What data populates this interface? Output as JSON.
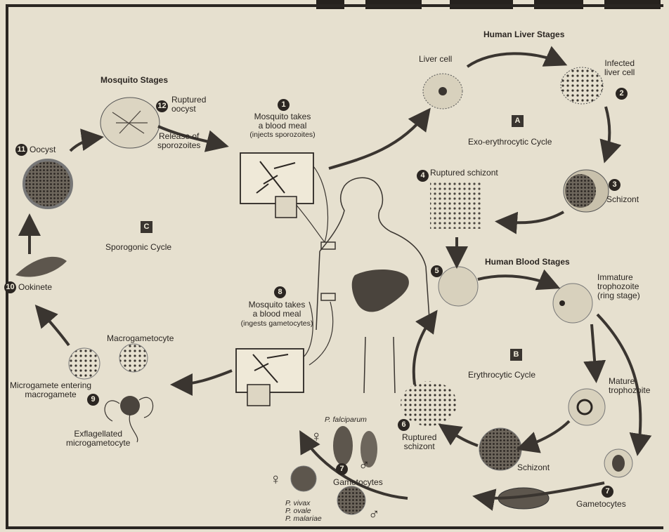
{
  "header_text": "",
  "stages": {
    "liver": "Human Liver Stages",
    "mosquito": "Mosquito Stages",
    "blood": "Human Blood Stages"
  },
  "cycles": {
    "A": {
      "badge": "A",
      "label": "Exo-erythrocytic Cycle"
    },
    "B": {
      "badge": "B",
      "label": "Erythrocytic Cycle"
    },
    "C": {
      "badge": "C",
      "label": "Sporogonic Cycle"
    }
  },
  "steps": {
    "s1": {
      "num": "1",
      "label": "Mosquito takes\na blood meal",
      "sub": "(injects sporozoites)"
    },
    "s2": {
      "num": "2",
      "label": "Infected\nliver cell"
    },
    "s3": {
      "num": "3",
      "label": "Schizont"
    },
    "s4": {
      "num": "4",
      "label": "Ruptured schizont"
    },
    "s5": {
      "num": "5"
    },
    "s6": {
      "num": "6",
      "label": "Ruptured\nschizont"
    },
    "s7a": {
      "num": "7",
      "label": "Gametocytes"
    },
    "s7b": {
      "num": "7",
      "label": "Gametocytes"
    },
    "s8": {
      "num": "8",
      "label": "Mosquito takes\na blood meal",
      "sub": "(ingests gametocytes)"
    },
    "s9": {
      "num": "9",
      "label": "Microgamete entering\nmacrogamete"
    },
    "s10": {
      "num": "10",
      "label": "Ookinete"
    },
    "s11": {
      "num": "11",
      "label": "Oocyst"
    },
    "s12": {
      "num": "12",
      "label": "Ruptured\noocyst"
    }
  },
  "labels": {
    "liver_cell": "Liver cell",
    "immature_troph": "Immature\ntrophozoite\n(ring stage)",
    "mature_troph": "Mature\ntrophozoite",
    "schizont_blood": "Schizont",
    "release": "Release of\nsporozoites",
    "macrogametocyte": "Macrogametocyte",
    "exflag": "Exflagellated\nmicrogametocyte",
    "p_falciparum": "P. falciparum",
    "p_others": "P. vivax\nP. ovale\nP. malariae"
  },
  "symbols": {
    "female": "♀",
    "male": "♂"
  }
}
